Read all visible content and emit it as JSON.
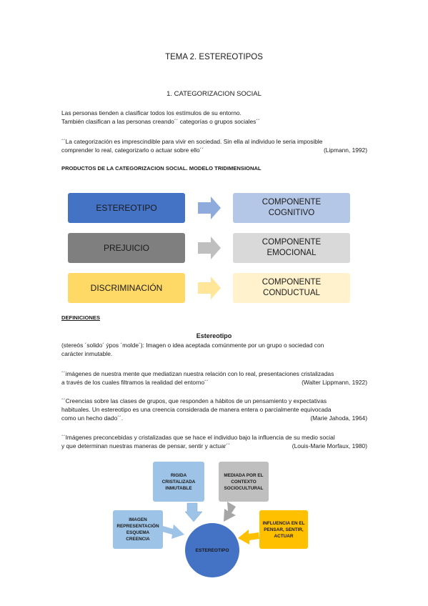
{
  "title": "TEMA 2. ESTEREOTIPOS",
  "section1": "1.   CATEGORIZACION SOCIAL",
  "intro": {
    "line1": "Las personas tienden a clasificar todos los estímulos de su entorno.",
    "line2": "También clasifican a las personas creando´´ categorías o grupos sociales´´"
  },
  "quote1": {
    "line1": "´´La categorización es imprescindible para vivir en sociedad. Sin ella al individuo le seria imposible",
    "line2": "comprender lo real, categorizarlo o actuar sobre ello´´",
    "author": "(Lipmann, 1992)"
  },
  "products_heading": "PRODUCTOS DE LA CATEGORIZACION SOCIAL. MODELO TRIDIMENSIONAL",
  "model": {
    "rows": [
      {
        "left": "ESTEREOTIPO",
        "right_line1": "COMPONENTE",
        "right_line2": "COGNITIVO",
        "left_color": "#4472c4",
        "right_color": "#b4c7e7",
        "arrow_color": "#8faadc"
      },
      {
        "left": "PREJUICIO",
        "right_line1": "COMPONENTE",
        "right_line2": "EMOCIONAL",
        "left_color": "#7f7f7f",
        "right_color": "#d9d9d9",
        "arrow_color": "#bfbfbf"
      },
      {
        "left": "DISCRIMINACIÓN",
        "right_line1": "COMPONENTE",
        "right_line2": "CONDUCTUAL",
        "left_color": "#ffd966",
        "right_color": "#fff2cc",
        "arrow_color": "#ffe699"
      }
    ]
  },
  "definitions_heading": "DEFINICIONES",
  "estereotipo_heading": "Estereotipo",
  "def1": {
    "line1": "(stereós ´solido´ ýpos ´molde´): Imagen o idea aceptada comúnmente por un grupo o sociedad con",
    "line2": "carácter inmutable."
  },
  "def2": {
    "line1": "´´imágenes de nuestra mente que mediatizan nuestra relación con lo real, presentaciones cristalizadas",
    "line2": "a través de los cuales filtramos la realidad del entorno´´",
    "author": "(Walter Lippmann, 1922)"
  },
  "def3": {
    "line1": "´´Creencias sobre las clases de grupos, que responden a hábitos de un pensamiento y expectativas",
    "line2": "habituales. Un estereotipo es una creencia considerada de manera entera o parcialmente equivocada",
    "line3": "como un hecho dado´´.",
    "author": "(Marie Jahoda, 1964)"
  },
  "def4": {
    "line1": "´´Imágenes preconcebidas y cristalizadas que se hace el individuo bajo la influencia de su medio social",
    "line2": "y que determinan nuestras maneras de pensar, sentir y actuar´´",
    "author": "(Louis-Marie Morfaux, 1980)"
  },
  "diagram": {
    "center": "ESTEREOTIPO",
    "rigida": {
      "l1": "RIGIDA",
      "l2": "CRISTALIZADA",
      "l3": "INMUTABLE"
    },
    "mediada": {
      "l1": "MEDIADA POR EL",
      "l2": "CONTEXTO",
      "l3": "SOCIOCULTURAL"
    },
    "imagen": {
      "l1": "IMAGEN",
      "l2": "REPRESENTACIÓN",
      "l3": "ESQUEMA",
      "l4": "CREENCIA"
    },
    "influencia": {
      "l1": "INFLUENCIA EN EL",
      "l2": "PENSAR, SENTIR,",
      "l3": "ACTUAR"
    },
    "colors": {
      "center": "#4472c4",
      "rigida": "#9dc3e6",
      "mediada": "#bfbfbf",
      "imagen": "#9dc3e6",
      "influencia": "#ffc000",
      "arrow_blue": "#9dc3e6",
      "arrow_gray": "#a6a6a6",
      "arrow_yellow": "#ffc000"
    }
  }
}
